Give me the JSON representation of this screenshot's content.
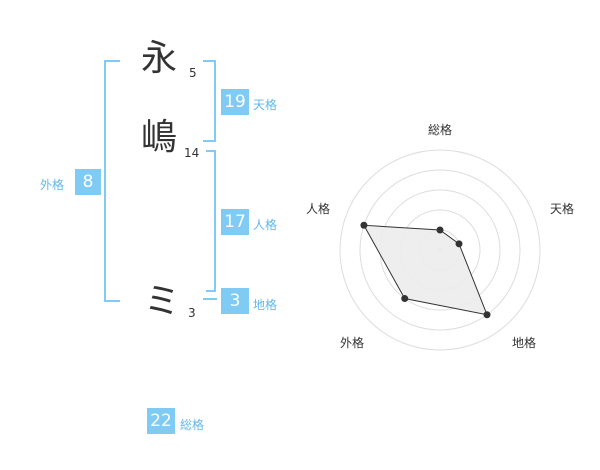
{
  "characters": [
    {
      "char": "永",
      "strokes": "5"
    },
    {
      "char": "嶋",
      "strokes": "14"
    },
    {
      "char": "ミ",
      "strokes": "3"
    }
  ],
  "fortunes": {
    "tenkaku": {
      "value": "19",
      "label": "天格"
    },
    "jinkaku": {
      "value": "17",
      "label": "人格"
    },
    "chikaku": {
      "value": "3",
      "label": "地格"
    },
    "gaikaku": {
      "value": "8",
      "label": "外格"
    },
    "soukaku": {
      "value": "22",
      "label": "総格"
    }
  },
  "radar": {
    "labels": {
      "soukaku": "総格",
      "tenkaku": "天格",
      "chikaku": "地格",
      "gaikaku": "外格",
      "jinkaku": "人格"
    },
    "levels": 5,
    "scores": {
      "soukaku": 1,
      "tenkaku": 1,
      "chikaku": 4,
      "gaikaku": 3,
      "jinkaku": 4
    },
    "fill_color": "#ececec",
    "line_color": "#333333",
    "grid_color": "#dddddd"
  }
}
